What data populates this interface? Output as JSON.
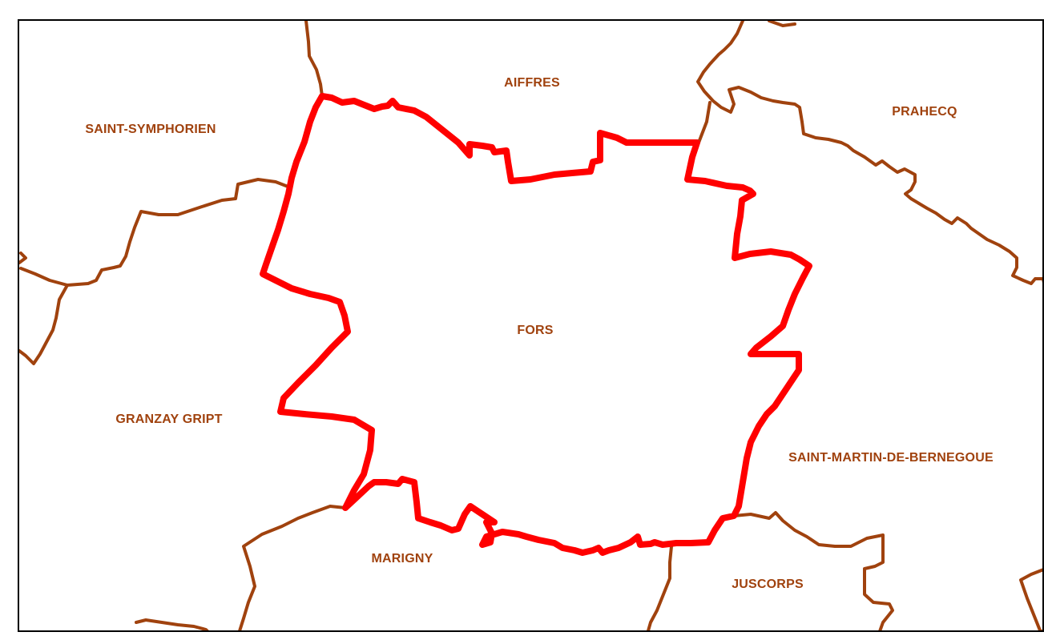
{
  "colors": {
    "commune_border": "#A0420E",
    "highlight_border": "#FF0000",
    "label": "#A0420E",
    "frame": "#000000",
    "background": "#FFFFFF"
  },
  "map": {
    "highlighted_commune": "FORS",
    "communes": [
      {
        "id": "saint-symphorien",
        "name": "SAINT-SYMPHORIEN"
      },
      {
        "id": "aiffres",
        "name": "AIFFRES"
      },
      {
        "id": "prahecq",
        "name": "PRAHECQ"
      },
      {
        "id": "fors",
        "name": "FORS"
      },
      {
        "id": "granzay-gript",
        "name": "GRANZAY GRIPT"
      },
      {
        "id": "saint-martin-de-bernegoue",
        "name": "SAINT-MARTIN-DE-BERNEGOUE"
      },
      {
        "id": "marigny",
        "name": "MARIGNY"
      },
      {
        "id": "juscorps",
        "name": "JUSCORPS"
      }
    ]
  }
}
